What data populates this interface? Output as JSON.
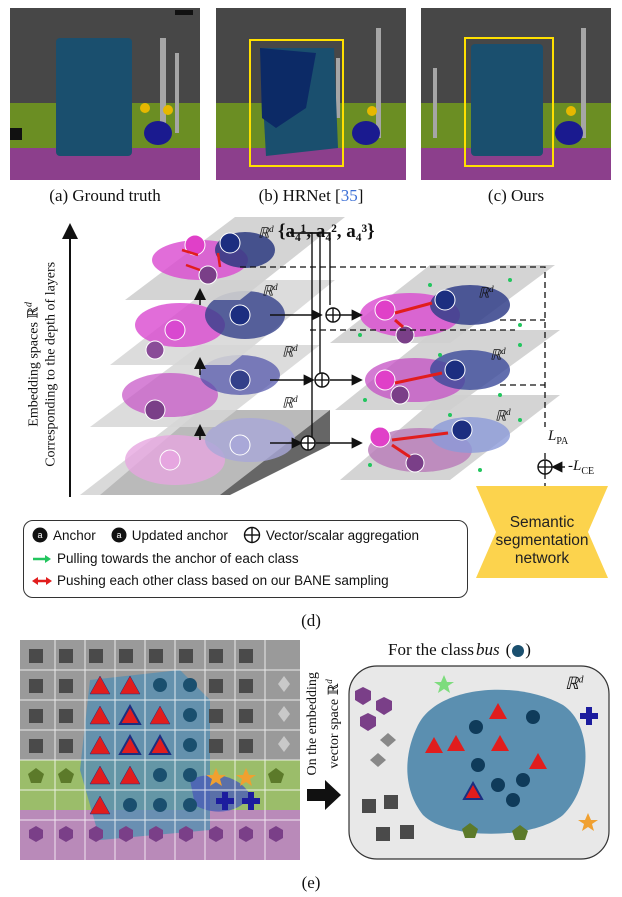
{
  "top_panels": [
    {
      "caption": "(a) Ground truth"
    },
    {
      "caption_prefix": "(b) HRNet [",
      "ref": "35",
      "caption_suffix": "]"
    },
    {
      "caption": "(c) Ours"
    }
  ],
  "fig_d": {
    "axis_label_line1": "Embedding spaces ℝ",
    "axis_label_sup": "d",
    "axis_label_line2": "Corresponding to the depth of layers",
    "space_label": "ℝ",
    "space_sup": "d",
    "anchor_set": "{a₄¹, a₄², a₄³}",
    "loss_pa": "L",
    "loss_pa_sub": "PA",
    "loss_ce": "-L",
    "loss_ce_sub": "CE",
    "seg_network": [
      "Semantic",
      "segmentation",
      "network"
    ],
    "legend": {
      "anchor": "Anchor",
      "updated_anchor": "Updated anchor",
      "aggregation": "Vector/scalar aggregation",
      "pulling": "Pulling towards the anchor of each class",
      "pushing": "Pushing each other class based on our BANE sampling"
    },
    "caption": "(d)",
    "colors": {
      "class1": "#e040c8",
      "class2": "#1c2e80",
      "class3": "#7a3f88",
      "pull": "#22c55e",
      "push": "#e11d1d",
      "seg": "#fcd34d"
    }
  },
  "fig_e": {
    "title_prefix": "For the class ",
    "title_class": "bus",
    "arrow_label_line1": "On the embedding",
    "arrow_label_line2": "vector space ℝ",
    "arrow_label_sup": "d",
    "space_label": "ℝ",
    "space_sup": "d",
    "caption": "(e)"
  }
}
